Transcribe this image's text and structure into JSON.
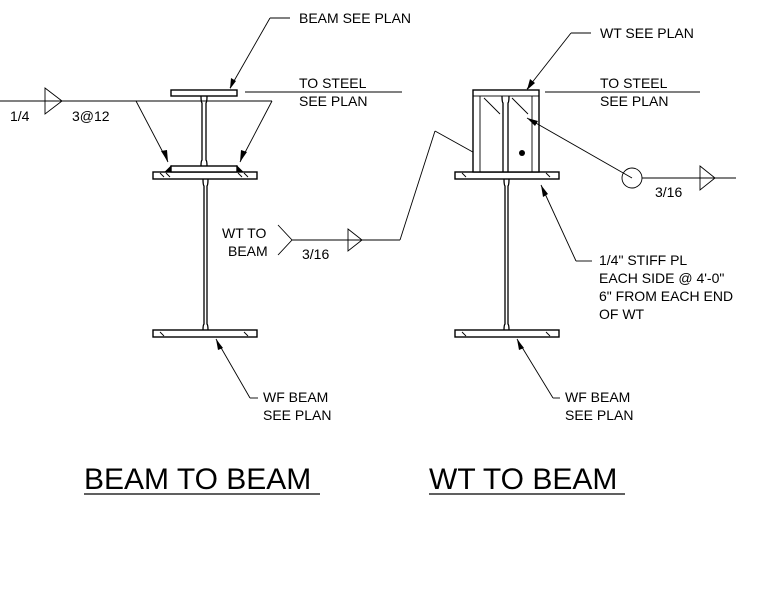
{
  "left_detail": {
    "title": "BEAM TO BEAM",
    "callout_beam": "BEAM SEE PLAN",
    "callout_steel_line1": "TO STEEL",
    "callout_steel_line2": "SEE PLAN",
    "weld_size": "1/4",
    "weld_pitch": "3@12",
    "callout_wf_line1": "WF BEAM",
    "callout_wf_line2": "SEE PLAN",
    "wt_to_beam_line1": "WT TO",
    "wt_to_beam_line2": "BEAM",
    "wt_weld_size": "3/16"
  },
  "right_detail": {
    "title": "WT TO BEAM",
    "callout_wt": "WT SEE PLAN",
    "callout_steel_line1": "TO STEEL",
    "callout_steel_line2": "SEE PLAN",
    "stiff_weld_size": "3/16",
    "stiff_note_line1": "1/4\" STIFF PL",
    "stiff_note_line2": "EACH SIDE @ 4'-0\"",
    "stiff_note_line3": "6\" FROM EACH END",
    "stiff_note_line4": "OF WT",
    "callout_wf_line1": "WF BEAM",
    "callout_wf_line2": "SEE PLAN"
  }
}
